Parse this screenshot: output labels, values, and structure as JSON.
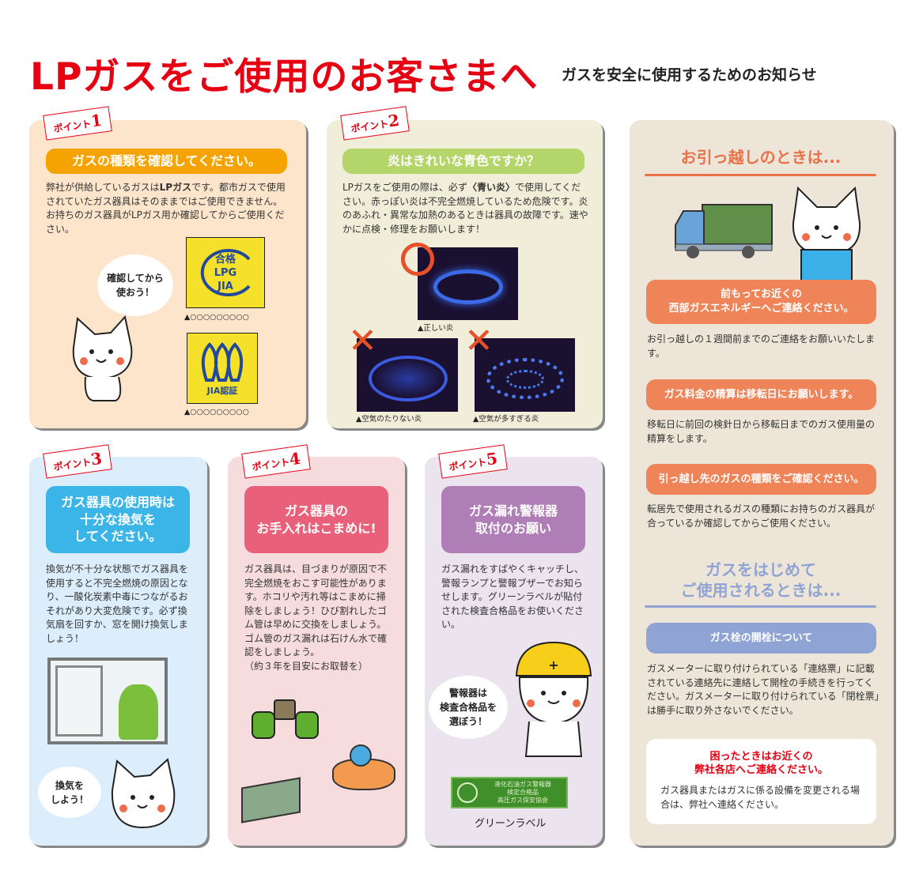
{
  "header": {
    "title": "LPガスをご使用のお客さまへ",
    "subtitle": "ガスを安全に使用するためのお知らせ"
  },
  "colors": {
    "red": "#e60012",
    "p1": "#f4a300",
    "p2": "#b4d56a",
    "p3": "#3bb5e8",
    "p4": "#e9607a",
    "p5": "#b07eb6",
    "salmon": "#ef8458",
    "lavender": "#8fa4d4"
  },
  "point1": {
    "tag": "ポイント",
    "num": "1",
    "heading": "ガスの種類を確認してください。",
    "body_pre": "弊社が供給しているガスは",
    "body_bold": "LPガス",
    "body_post": "です。都市ガスで使用されていたガス器具はそのままではご使用できません。お持ちのガス器具がLPガス用か確認してからご使用ください。",
    "bubble": "確認してから\n使おう！",
    "mark1_caption": "▲○○○○○○○○○",
    "mark2_caption": "▲○○○○○○○○○",
    "mark1_text": "合格 LPG JIA",
    "mark2_text": "JIA認証"
  },
  "point2": {
    "tag": "ポイント",
    "num": "2",
    "heading": "炎はきれいな青色ですか？",
    "body_pre": "LPガスをご使用の際は、必ず",
    "body_bold": "〈青い炎〉",
    "body_post": "で使用してください。赤っぽい炎は不完全燃焼しているため危険です。炎のあふれ・異常な加熱のあるときは器具の故障です。速やかに点検・修理をお願いします！",
    "cap_correct": "▲正しい炎",
    "cap_lack": "▲空気のたりない炎",
    "cap_excess": "▲空気が多すぎる炎"
  },
  "point3": {
    "tag": "ポイント",
    "num": "3",
    "heading": "ガス器具の使用時は\n十分な換気を\nしてください。",
    "body": "換気が不十分な状態でガス器具を使用すると不完全燃焼の原因となり、一酸化炭素中毒につながるおそれがあり大変危険です。必ず換気扇を回すか、窓を開け換気しましょう！",
    "bubble": "換気を\nしよう！"
  },
  "point4": {
    "tag": "ポイント",
    "num": "4",
    "heading": "ガス器具の\nお手入れはこまめに!",
    "body": "ガス器具は、目づまりが原因で不完全燃焼をおこす可能性があります。ホコリや汚れ等はこまめに掃除をしましょう！ひび割れしたゴム管は早めに交換をしましょう。ゴム管のガス漏れは石けん水で確認をしましょう。\n（約３年を目安にお取替を）"
  },
  "point5": {
    "tag": "ポイント",
    "num": "5",
    "heading": "ガス漏れ警報器\n取付のお願い",
    "body": "ガス漏れをすばやくキャッチし、警報ランプと警報ブザーでお知らせします。グリーンラベルが貼付された検査合格品をお使いください。",
    "bubble": "警報器は\n検査合格品を\n選ぼう！",
    "label_caption": "グリーンラベル",
    "label_text": "液化石油ガス警報器 検定合格品 高圧ガス保安協会"
  },
  "moving": {
    "heading": "お引っ越しのときは...",
    "items": [
      {
        "title": "前もってお近くの\n西部ガスエネルギーへご連絡ください。",
        "body": "お引っ越しの１週間前までのご連絡をお願いいたします。"
      },
      {
        "title": "ガス料金の精算は移転日にお願いします。",
        "body": "移転日に前回の検針日から移転日までのガス使用量の精算をします。"
      },
      {
        "title": "引っ越し先のガスの種類をご確認ください。",
        "body": "転居先で使用されるガスの種類にお持ちのガス器具が合っているか確認してからご使用ください。"
      }
    ]
  },
  "first_use": {
    "heading": "ガスをはじめて\nご使用されるときは...",
    "item": {
      "title": "ガス栓の開栓について",
      "body": "ガスメーターに取り付けられている「連絡票」に記載されている連絡先に連絡して開栓の手続きを行ってください。ガスメーターに取り付けられている「閉栓票」は勝手に取り外さないでください。"
    }
  },
  "contact": {
    "title": "困ったときはお近くの\n弊社各店へご連絡ください。",
    "body": "ガス器具またはガスに係る設備を変更される場合は、弊社へ連絡ください。"
  }
}
